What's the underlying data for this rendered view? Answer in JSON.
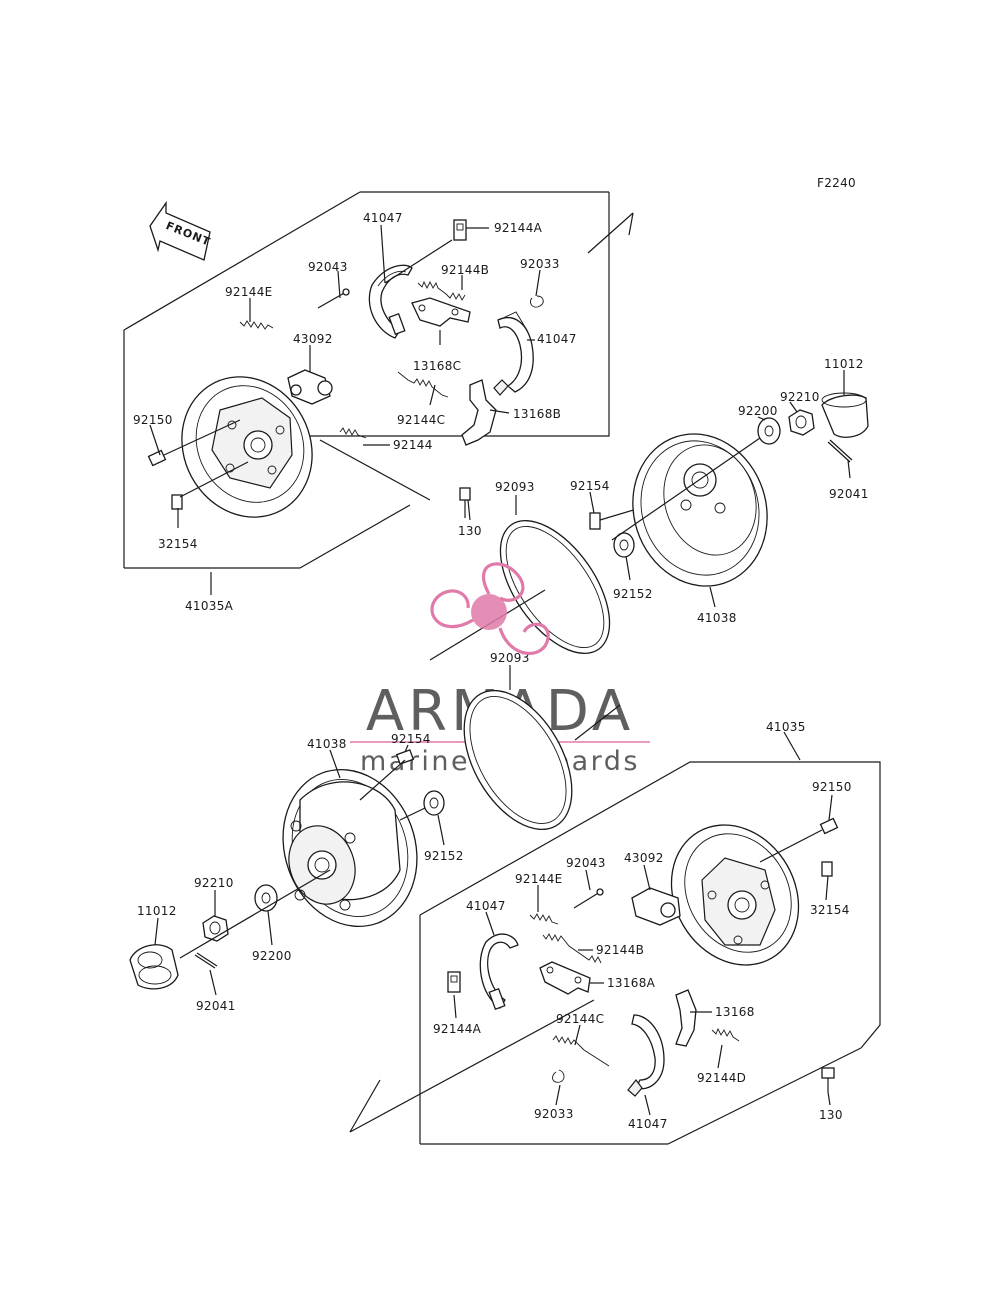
{
  "figure_code": "F2240",
  "front_arrow_label": "FRONT",
  "watermark": {
    "brand": "ARMADA",
    "tagline": "marine outboards",
    "logo_color": "#e07aa8",
    "text_color": "#5f5f5f"
  },
  "labels_top": {
    "p41047a": "41047",
    "p92144A": "92144A",
    "p92043": "92043",
    "p92144B": "92144B",
    "p92033": "92033",
    "p92144E": "92144E",
    "p43092": "43092",
    "p13168C": "13168C",
    "p41047b": "41047",
    "p92150": "92150",
    "p92144C": "92144C",
    "p13168B": "13168B",
    "p92144": "92144",
    "p130": "130",
    "p32154": "32154",
    "p41035A": "41035A"
  },
  "labels_mid": {
    "p92093a": "92093",
    "p92154": "92154",
    "p92152": "92152",
    "p41038": "41038",
    "p92200": "92200",
    "p92210": "92210",
    "p11012": "11012",
    "p92041": "92041",
    "p92093b": "92093"
  },
  "labels_bottom": {
    "p41038": "41038",
    "p92154": "92154",
    "p92152": "92152",
    "p41035": "41035",
    "p92150": "92150",
    "p92210": "92210",
    "p11012": "11012",
    "p92200": "92200",
    "p92041": "92041",
    "p92043": "92043",
    "p92144E": "92144E",
    "p43092": "43092",
    "p32154": "32154",
    "p41047a": "41047",
    "p92144B": "92144B",
    "p13168A": "13168A",
    "p92144A": "92144A",
    "p92144C": "92144C",
    "p13168": "13168",
    "p92144D": "92144D",
    "p92033": "92033",
    "p41047b": "41047",
    "p130": "130"
  }
}
